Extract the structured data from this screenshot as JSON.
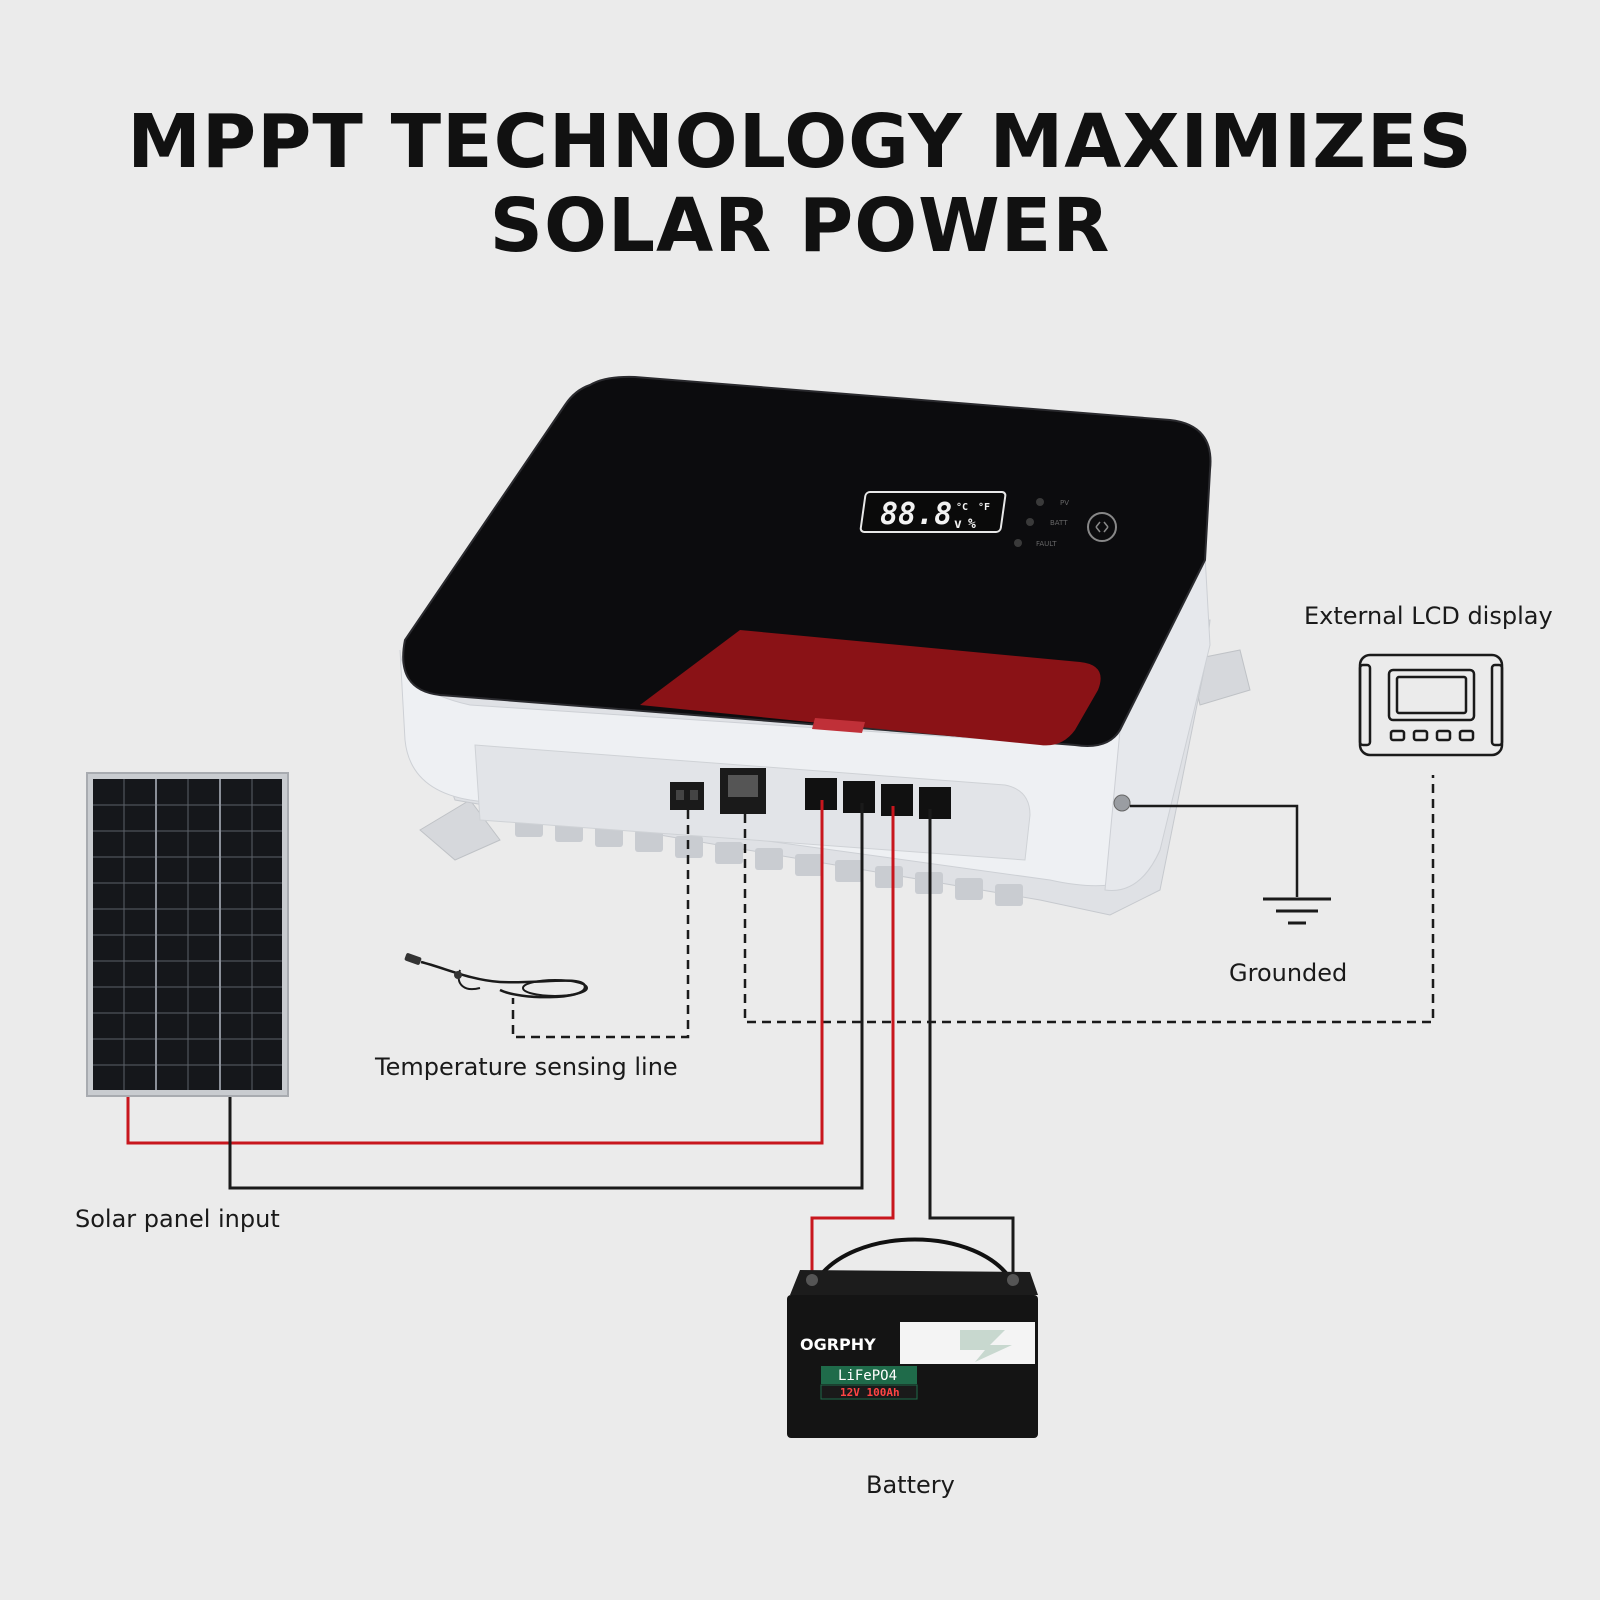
{
  "title": {
    "line1": "MPPT TECHNOLOGY MAXIMIZES",
    "line2": "SOLAR POWER"
  },
  "controller": {
    "display_readout": "88.8",
    "unit_c": "°C",
    "unit_f": "°F",
    "unit_v": "v",
    "unit_pct": "%",
    "indicators": [
      "PV",
      "BATT",
      "FAULT"
    ]
  },
  "labels": {
    "external_lcd": "External LCD display",
    "grounded": "Grounded",
    "temp_sensing": "Temperature sensing line",
    "solar_input": "Solar panel input",
    "battery": "Battery"
  },
  "battery": {
    "brand": "OGRPHY",
    "chemistry": "LiFePO4",
    "spec": "12V 100Ah"
  },
  "colors": {
    "background": "#ebebeb",
    "positive_wire": "#c8161d",
    "negative_wire": "#222222",
    "controller_top": "#0d0d0d",
    "controller_accent": "#8a1216",
    "controller_body": "#e4e6ea",
    "battery_label_green": "#1f6b4a"
  },
  "icons": {
    "solar_panel": "solar-panel-icon",
    "ground": "ground-symbol-icon",
    "temp_probe": "temperature-probe-icon",
    "lcd": "lcd-display-icon",
    "battery": "battery-icon",
    "controller": "mppt-controller-icon"
  }
}
